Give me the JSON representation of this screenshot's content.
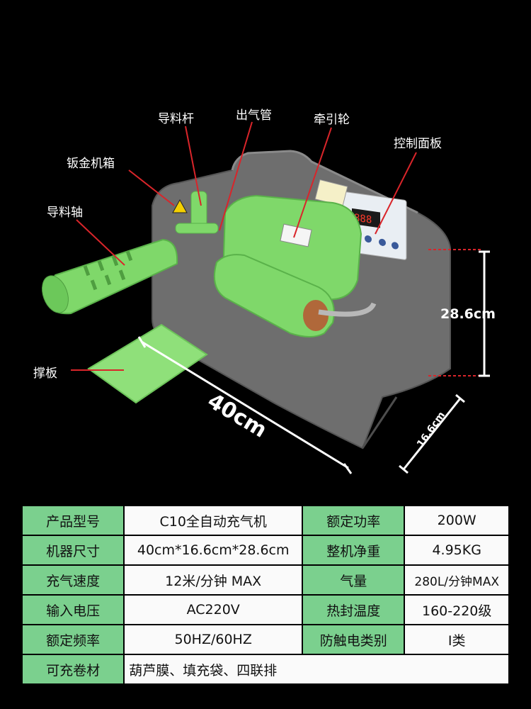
{
  "labels": {
    "guide_rod": "导料杆",
    "air_tube": "出气管",
    "traction_wheel": "牵引轮",
    "sheet_metal_case": "钣金机箱",
    "control_panel": "控制面板",
    "guide_shaft": "导料轴",
    "support_plate": "撑板"
  },
  "dimensions": {
    "height": "28.6cm",
    "width": "40cm",
    "depth": "16.6cm"
  },
  "colors": {
    "machine_body": "#6e6e6e",
    "machine_green": "#7fd86a",
    "callout_line": "#d9252a",
    "table_key": "#7bd08e"
  },
  "specs": {
    "rows": [
      {
        "k1": "产品型号",
        "v1": "C10全自动充气机",
        "k2": "额定功率",
        "v2": "200W"
      },
      {
        "k1": "机器尺寸",
        "v1": "40cm*16.6cm*28.6cm",
        "k2": "整机净重",
        "v2": "4.95KG"
      },
      {
        "k1": "充气速度",
        "v1": "12米/分钟 MAX",
        "k2": "气量",
        "v2": "280L/分钟MAX"
      },
      {
        "k1": "输入电压",
        "v1": "AC220V",
        "k2": "热封温度",
        "v2": "160-220级"
      },
      {
        "k1": "额定频率",
        "v1": "50HZ/60HZ",
        "k2": "防触电类别",
        "v2": "Ⅰ类"
      }
    ],
    "last": {
      "k": "可充卷材",
      "v": "葫芦膜、填充袋、四联排"
    }
  }
}
